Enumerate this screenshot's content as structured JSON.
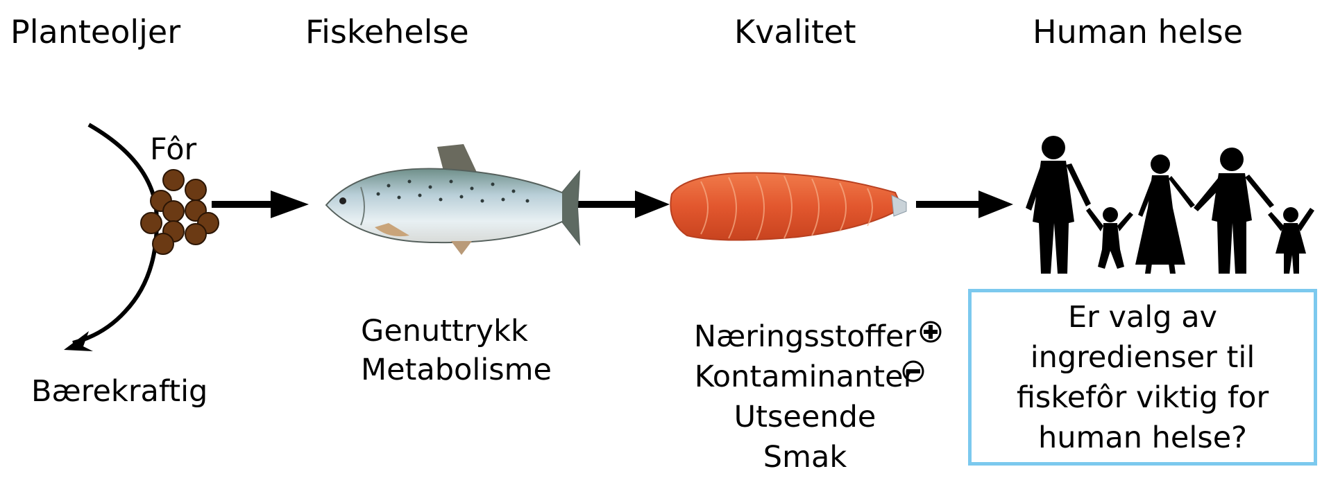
{
  "headers": {
    "plant_oils": "Planteoljer",
    "fish_health": "Fiskehelse",
    "quality": "Kvalitet",
    "human_health": "Human helse"
  },
  "feed_label": "Fôr",
  "sustainable_label": "Bærekraftig",
  "fish_health_items": [
    "Genuttrykk",
    "Metabolisme"
  ],
  "quality_items": [
    "Næringsstoffer",
    "Kontaminanter",
    "Utseende",
    "Smak"
  ],
  "question": "Er valg av\ningredienser til\nfiskefôr viktig for\nhuman helse?",
  "icons": [
    "feed-pellets-icon",
    "salmon-icon",
    "salmon-fillet-icon",
    "family-silhouette-icon",
    "plus-circle-icon",
    "minus-circle-icon"
  ],
  "colors": {
    "pellet": "#6b3a14",
    "fillet": "#e2572e",
    "box_border": "#7cc9ee"
  }
}
